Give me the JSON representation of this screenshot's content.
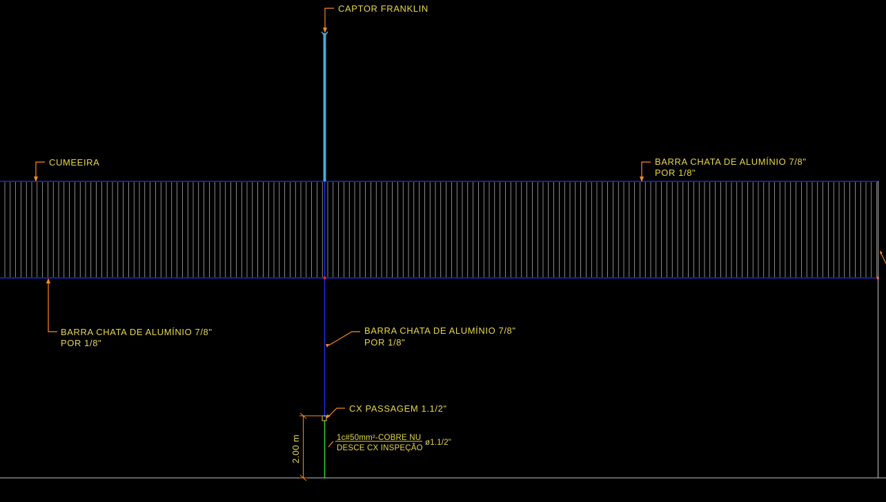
{
  "drawing": {
    "colors": {
      "background": "#000000",
      "roof_outline": "#2233ff",
      "hatch": "#e6e6e6",
      "leader": "#ff8c1a",
      "text": "#e8d84a",
      "air_terminal": "#4aa8d8",
      "down_conductor": "#2233ff",
      "copper_down": "#2fd62f",
      "node": "#ff2a2a",
      "ground": "#c8c8c8"
    },
    "labels": {
      "captor": "CAPTOR FRANKLIN",
      "cumeeira": "CUMEEIRA",
      "barra_top_l1": "BARRA CHATA DE ALUMÍNIO 7/8\"",
      "barra_top_l2": "POR 1/8\"",
      "barra_left_l1": "BARRA CHATA DE ALUMÍNIO 7/8\"",
      "barra_left_l2": "POR 1/8\"",
      "barra_mid_l1": "BARRA CHATA DE ALUMÍNIO 7/8\"",
      "barra_mid_l2": "POR 1/8\"",
      "cx_passagem": "CX PASSAGEM 1.1/2\"",
      "cobre_l1": "1c#50mm²-COBRE NU",
      "cobre_l2": "DESCE CX INSPEÇÃO",
      "conduit": "ø1.1/2\"",
      "dimension": "2.00 m"
    },
    "icons": [
      "air-terminal-icon",
      "inspection-box-icon"
    ]
  }
}
